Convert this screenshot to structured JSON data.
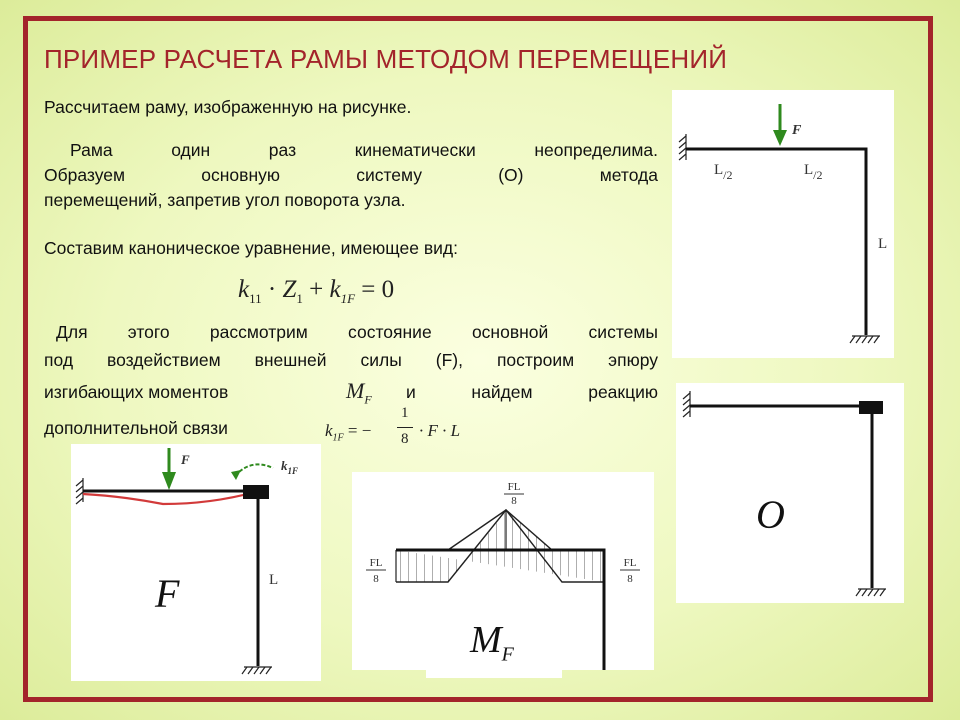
{
  "title": "ПРИМЕР РАСЧЕТА РАМЫ МЕТОДОМ ПЕРЕМЕЩЕНИЙ",
  "paragraphs": {
    "p1": "Рассчитаем раму, изображенную на рисунке.",
    "p2_l1": "Рама один раз кинематически неопределима.",
    "p2_l2": "Образуем основную систему (О) метода",
    "p2_l3": "перемещений, запретив угол поворота узла.",
    "p3": "Составим каноническое уравнение, имеющее вид:",
    "p4_l1": "Для этого рассмотрим состояние основной системы",
    "p4_l2": "под воздействием внешней силы (F), построим эпюру",
    "p4_l3a": "изгибающих моментов",
    "p4_l3b": "и найдем реакцию",
    "p4_l4": "дополнительной связи"
  },
  "equations": {
    "canonical": {
      "k": "k",
      "s11": "11",
      "dot": "·",
      "Z": "Z",
      "s1": "1",
      "plus": "+",
      "s1F": "1F",
      "eq": "= 0"
    },
    "mf_symbol": {
      "M": "M",
      "F": "F"
    },
    "reaction": {
      "lhs": "k",
      "sub": "1F",
      "eq": "= −",
      "num": "1",
      "den": "8",
      "rhs": "· F · L"
    }
  },
  "diagrams": {
    "main": {
      "force": "F",
      "half1": "L",
      "half2": "L",
      "div": "/2",
      "height": "L"
    },
    "state_f": {
      "force": "F",
      "reaction": "k",
      "reaction_sub": "1F",
      "height": "L",
      "caption": "F"
    },
    "moment": {
      "fl": "FL",
      "den": "8",
      "caption_m": "M",
      "caption_sub": "F"
    },
    "basic": {
      "caption": "O"
    }
  },
  "colors": {
    "frame": "#a3242b",
    "title": "#a3242b",
    "force_arrow": "#2f8a1e",
    "moment_curve": "#d23a3a"
  }
}
